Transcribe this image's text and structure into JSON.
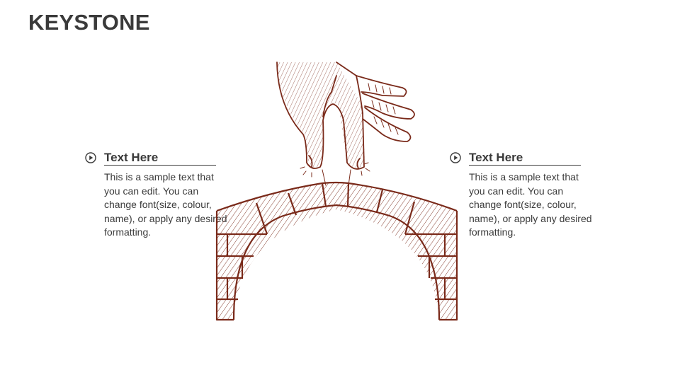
{
  "slide": {
    "title": "KEYSTONE",
    "accent_color": "#7a2a1a",
    "text_color": "#3a3a3a"
  },
  "blocks": [
    {
      "icon": "play-circle-icon",
      "heading": "Text Here",
      "body": "This is a sample text that you can edit. You can change font(size, colour, name), or apply any desired formatting."
    },
    {
      "icon": "play-circle-icon",
      "heading": "Text Here",
      "body": "This is a sample text that you can edit. You can change font(size, colour, name), or apply any desired formatting."
    }
  ],
  "illustration": {
    "subject": "hand placing keystone on stone arch",
    "style": "hatched line art"
  }
}
